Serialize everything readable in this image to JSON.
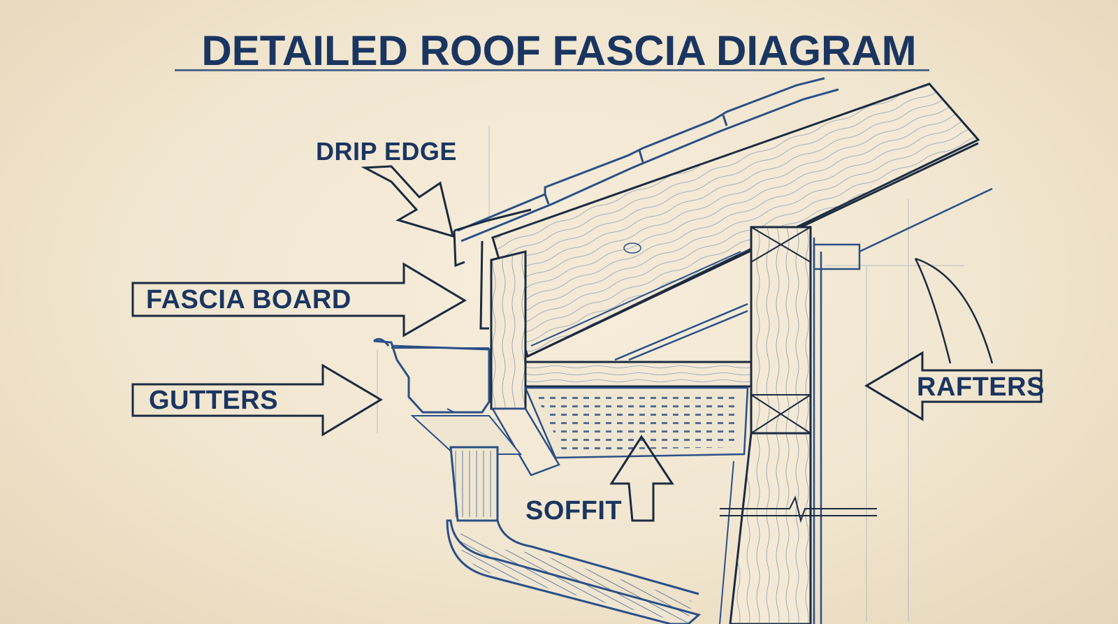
{
  "title": "DETAILED ROOF FASCIA DIAGRAM",
  "labels": {
    "drip_edge": "DRIP EDGE",
    "fascia_board": "FASCIA BOARD",
    "gutters": "GUTTERS",
    "soffit": "SOFFIT",
    "rafters": "RAFTERS"
  },
  "colors": {
    "ink": "#1a3560",
    "line_blue": "#2a4f86",
    "dark_line": "#1b2a40",
    "paper": "#f3e9d5"
  }
}
